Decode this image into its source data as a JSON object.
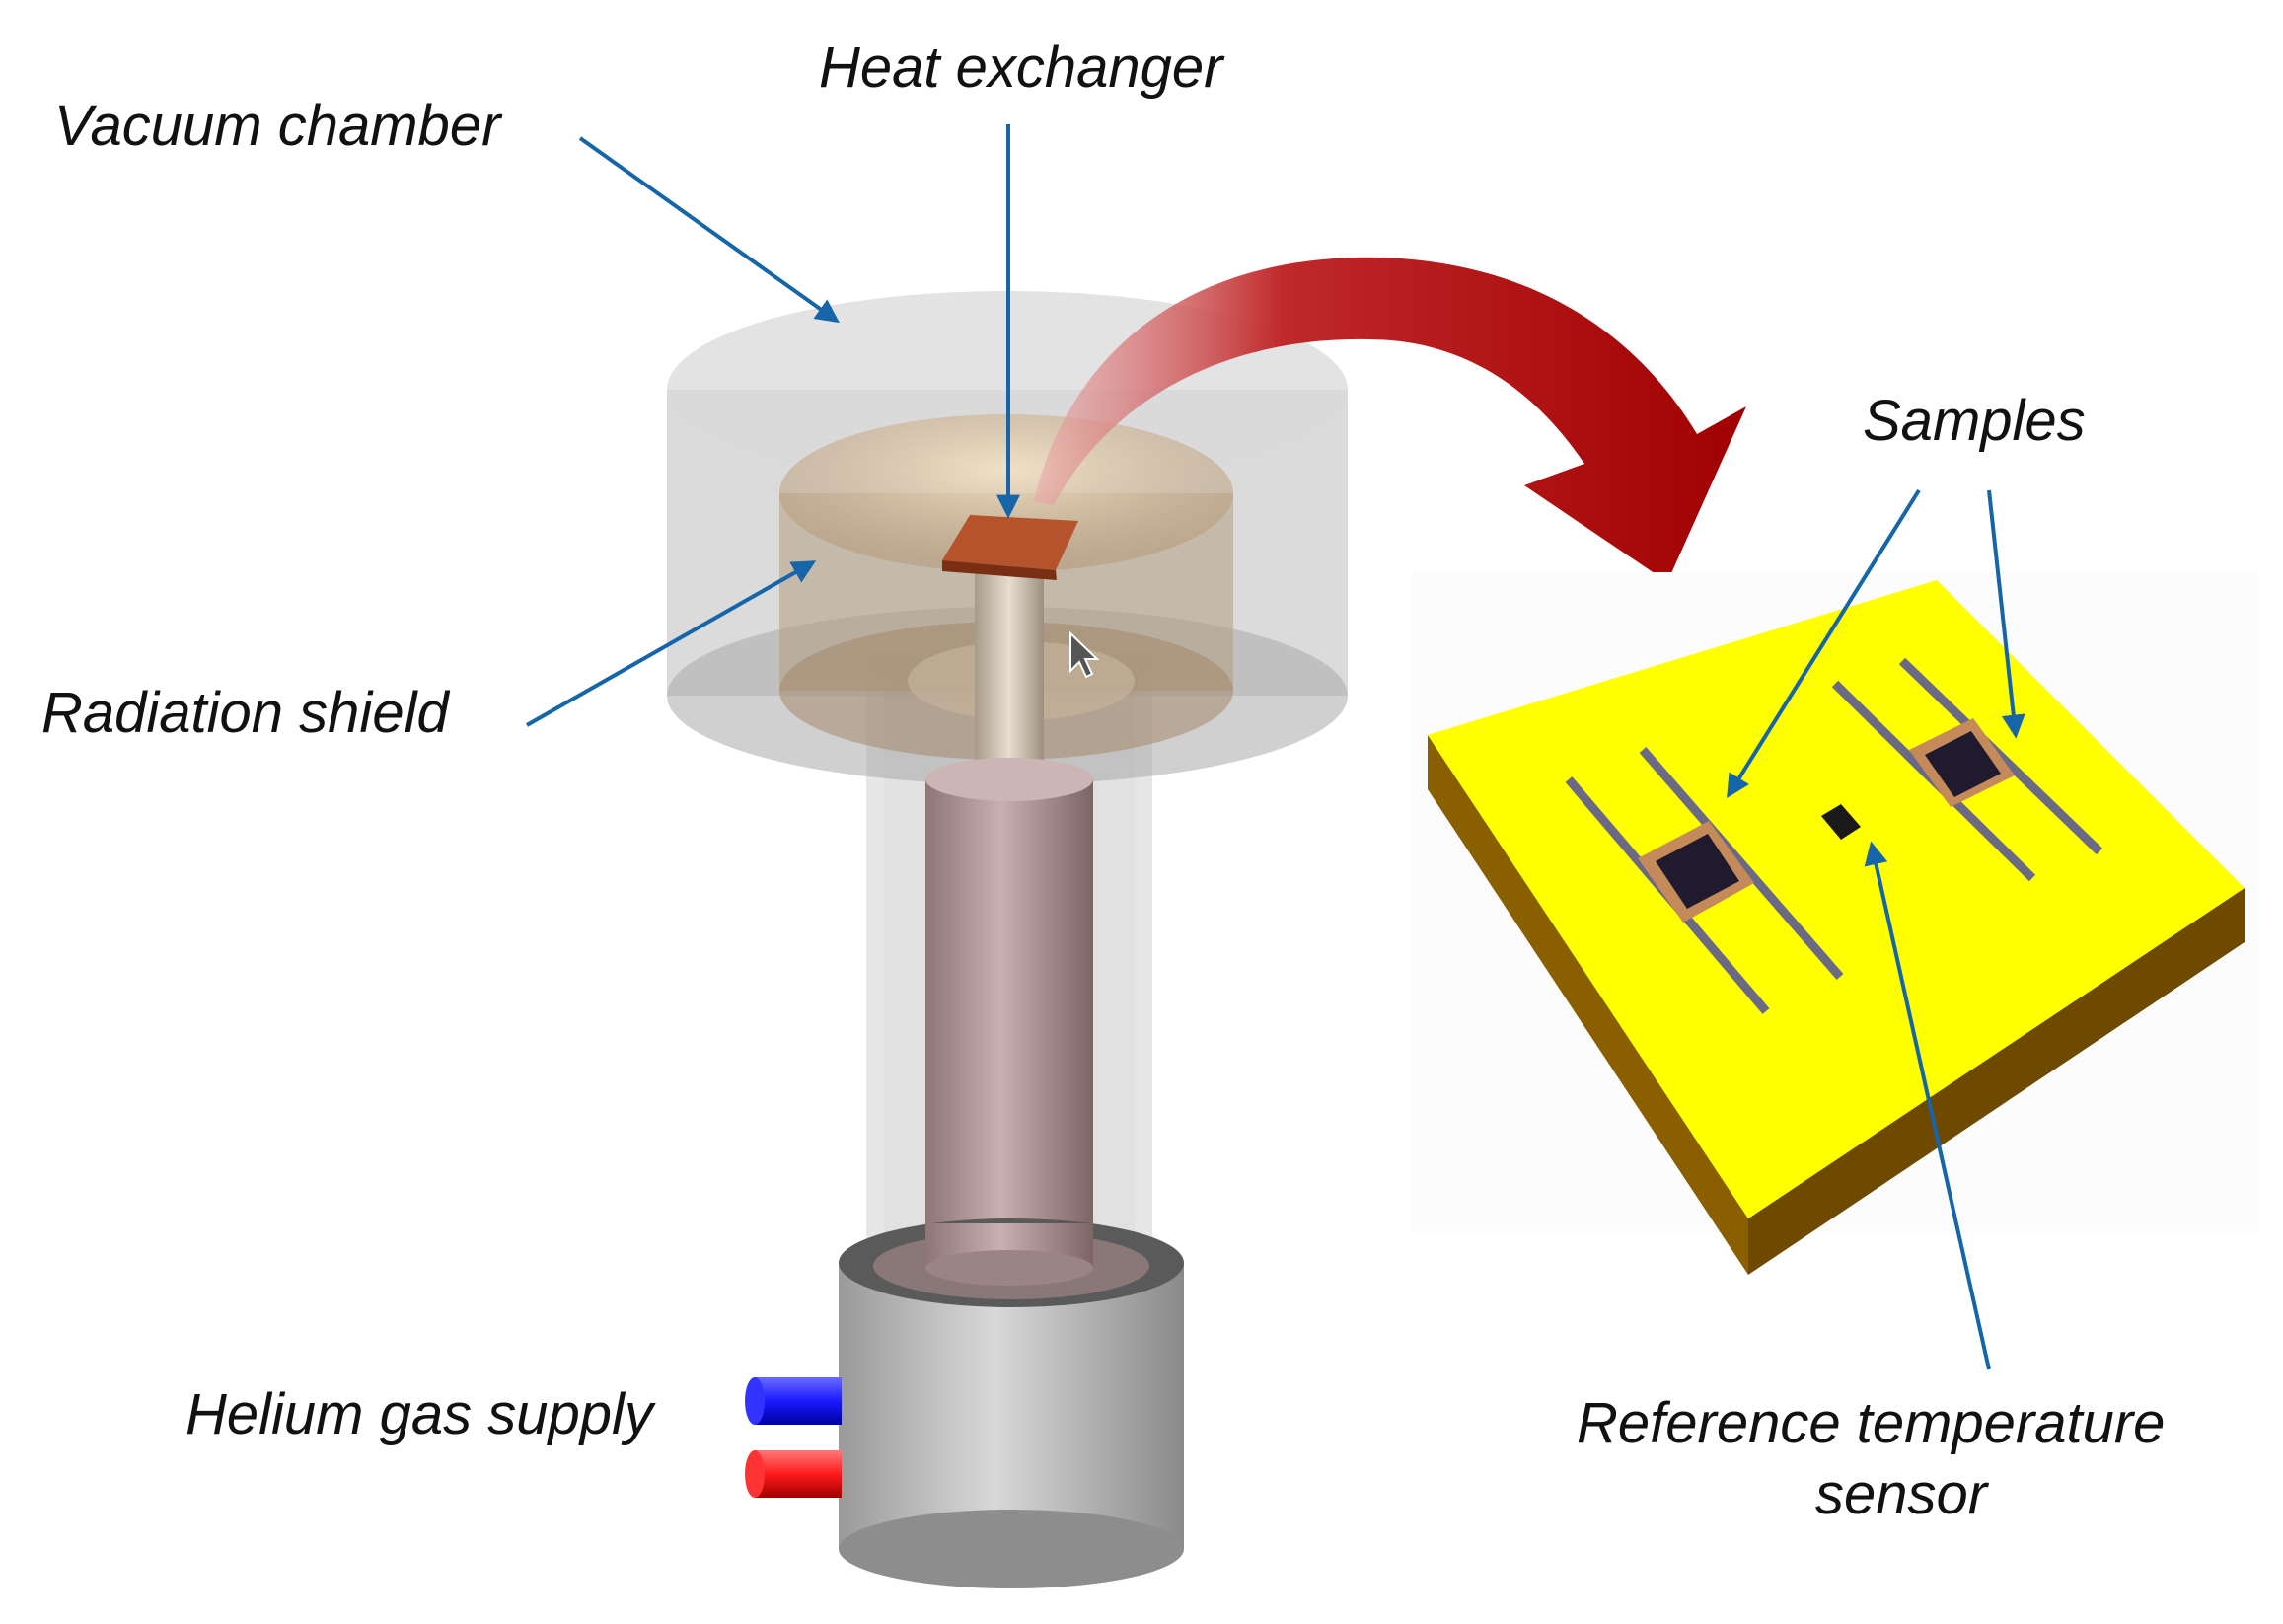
{
  "labels": {
    "vacuum_chamber": "Vacuum chamber",
    "heat_exchanger": "Heat exchanger",
    "radiation_shield": "Radiation shield",
    "helium_gas_supply": "Helium gas supply",
    "samples": "Samples",
    "reference_sensor_line1": "Reference temperature",
    "reference_sensor_line2": "sensor"
  },
  "colors": {
    "callout_arrow": "#1565a8",
    "transfer_arrow": "#a80000",
    "sample_plate_top": "#ffff00",
    "sample_plate_side": "#8a5f00",
    "heat_exchanger": "#b5532d",
    "helium_in": "#1a1aff",
    "helium_out": "#ff1a1a"
  }
}
